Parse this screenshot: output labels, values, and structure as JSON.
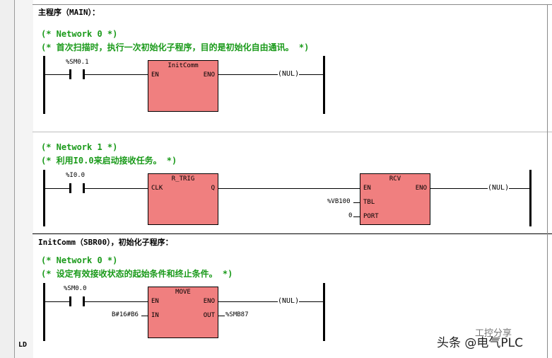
{
  "gutter": {
    "ld_label": "LD"
  },
  "main": {
    "title": "主程序（MAIN）：",
    "networks": [
      {
        "header": "(* Network 0 *)",
        "comment": "(* 首次扫描时，执行一次初始化子程序，目的是初始化自由通讯。 *)",
        "contact_label": "%SM0.1",
        "block": {
          "name": "InitComm",
          "en": "EN",
          "eno": "ENO"
        },
        "coil": "(NUL)"
      },
      {
        "header": "(* Network 1 *)",
        "comment": "(* 利用I0.0来启动接收任务。 *)",
        "contact_label": "%I0.0",
        "block1": {
          "name": "R_TRIG",
          "clk": "CLK",
          "q": "Q"
        },
        "block2": {
          "name": "RCV",
          "en": "EN",
          "eno": "ENO",
          "tbl": "TBL",
          "port": "PORT"
        },
        "tbl_value": "%VB100",
        "port_value": "0",
        "coil": "(NUL)"
      }
    ]
  },
  "sub": {
    "title": "InitComm（SBR00），初始化子程序：",
    "networks": [
      {
        "header": "(* Network 0 *)",
        "comment": "(* 设定有效接收状态的起始条件和终止条件。 *)",
        "contact_label": "%SM0.0",
        "block": {
          "name": "MOVE",
          "en": "EN",
          "eno": "ENO",
          "in": "IN",
          "out": "OUT"
        },
        "in_value": "B#16#B6",
        "out_value": "%SMB87",
        "coil": "(NUL)"
      }
    ]
  },
  "watermark": {
    "text": "头条 @电气PLC",
    "sub": "工控分享"
  }
}
